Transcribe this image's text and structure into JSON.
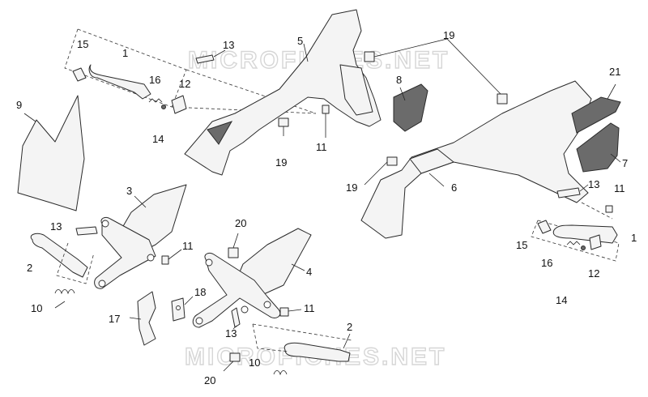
{
  "watermark": {
    "top": "MICROFICHES.NET",
    "bottom": "MICROFICHES.NET"
  },
  "callouts": [
    {
      "id": "c15a",
      "text": "15"
    },
    {
      "id": "c1a",
      "text": "1"
    },
    {
      "id": "c16a",
      "text": "16"
    },
    {
      "id": "c12a",
      "text": "12"
    },
    {
      "id": "c14a",
      "text": "14"
    },
    {
      "id": "c9",
      "text": "9"
    },
    {
      "id": "c13a",
      "text": "13"
    },
    {
      "id": "c5",
      "text": "5"
    },
    {
      "id": "c19a",
      "text": "19"
    },
    {
      "id": "c8",
      "text": "8"
    },
    {
      "id": "c11a",
      "text": "11"
    },
    {
      "id": "c19b",
      "text": "19"
    },
    {
      "id": "c21",
      "text": "21"
    },
    {
      "id": "c7",
      "text": "7"
    },
    {
      "id": "c19c",
      "text": "19"
    },
    {
      "id": "c6",
      "text": "6"
    },
    {
      "id": "c13b",
      "text": "13"
    },
    {
      "id": "c11b",
      "text": "11"
    },
    {
      "id": "c15b",
      "text": "15"
    },
    {
      "id": "c1b",
      "text": "1"
    },
    {
      "id": "c16b",
      "text": "16"
    },
    {
      "id": "c12b",
      "text": "12"
    },
    {
      "id": "c14b",
      "text": "14"
    },
    {
      "id": "c3",
      "text": "3"
    },
    {
      "id": "c13c",
      "text": "13"
    },
    {
      "id": "c2a",
      "text": "2"
    },
    {
      "id": "c10a",
      "text": "10"
    },
    {
      "id": "c20a",
      "text": "20"
    },
    {
      "id": "c11c",
      "text": "11"
    },
    {
      "id": "c4",
      "text": "4"
    },
    {
      "id": "c18",
      "text": "18"
    },
    {
      "id": "c17",
      "text": "17"
    },
    {
      "id": "c11d",
      "text": "11"
    },
    {
      "id": "c13d",
      "text": "13"
    },
    {
      "id": "c2b",
      "text": "2"
    },
    {
      "id": "c10b",
      "text": "10"
    },
    {
      "id": "c20b",
      "text": "20"
    }
  ]
}
